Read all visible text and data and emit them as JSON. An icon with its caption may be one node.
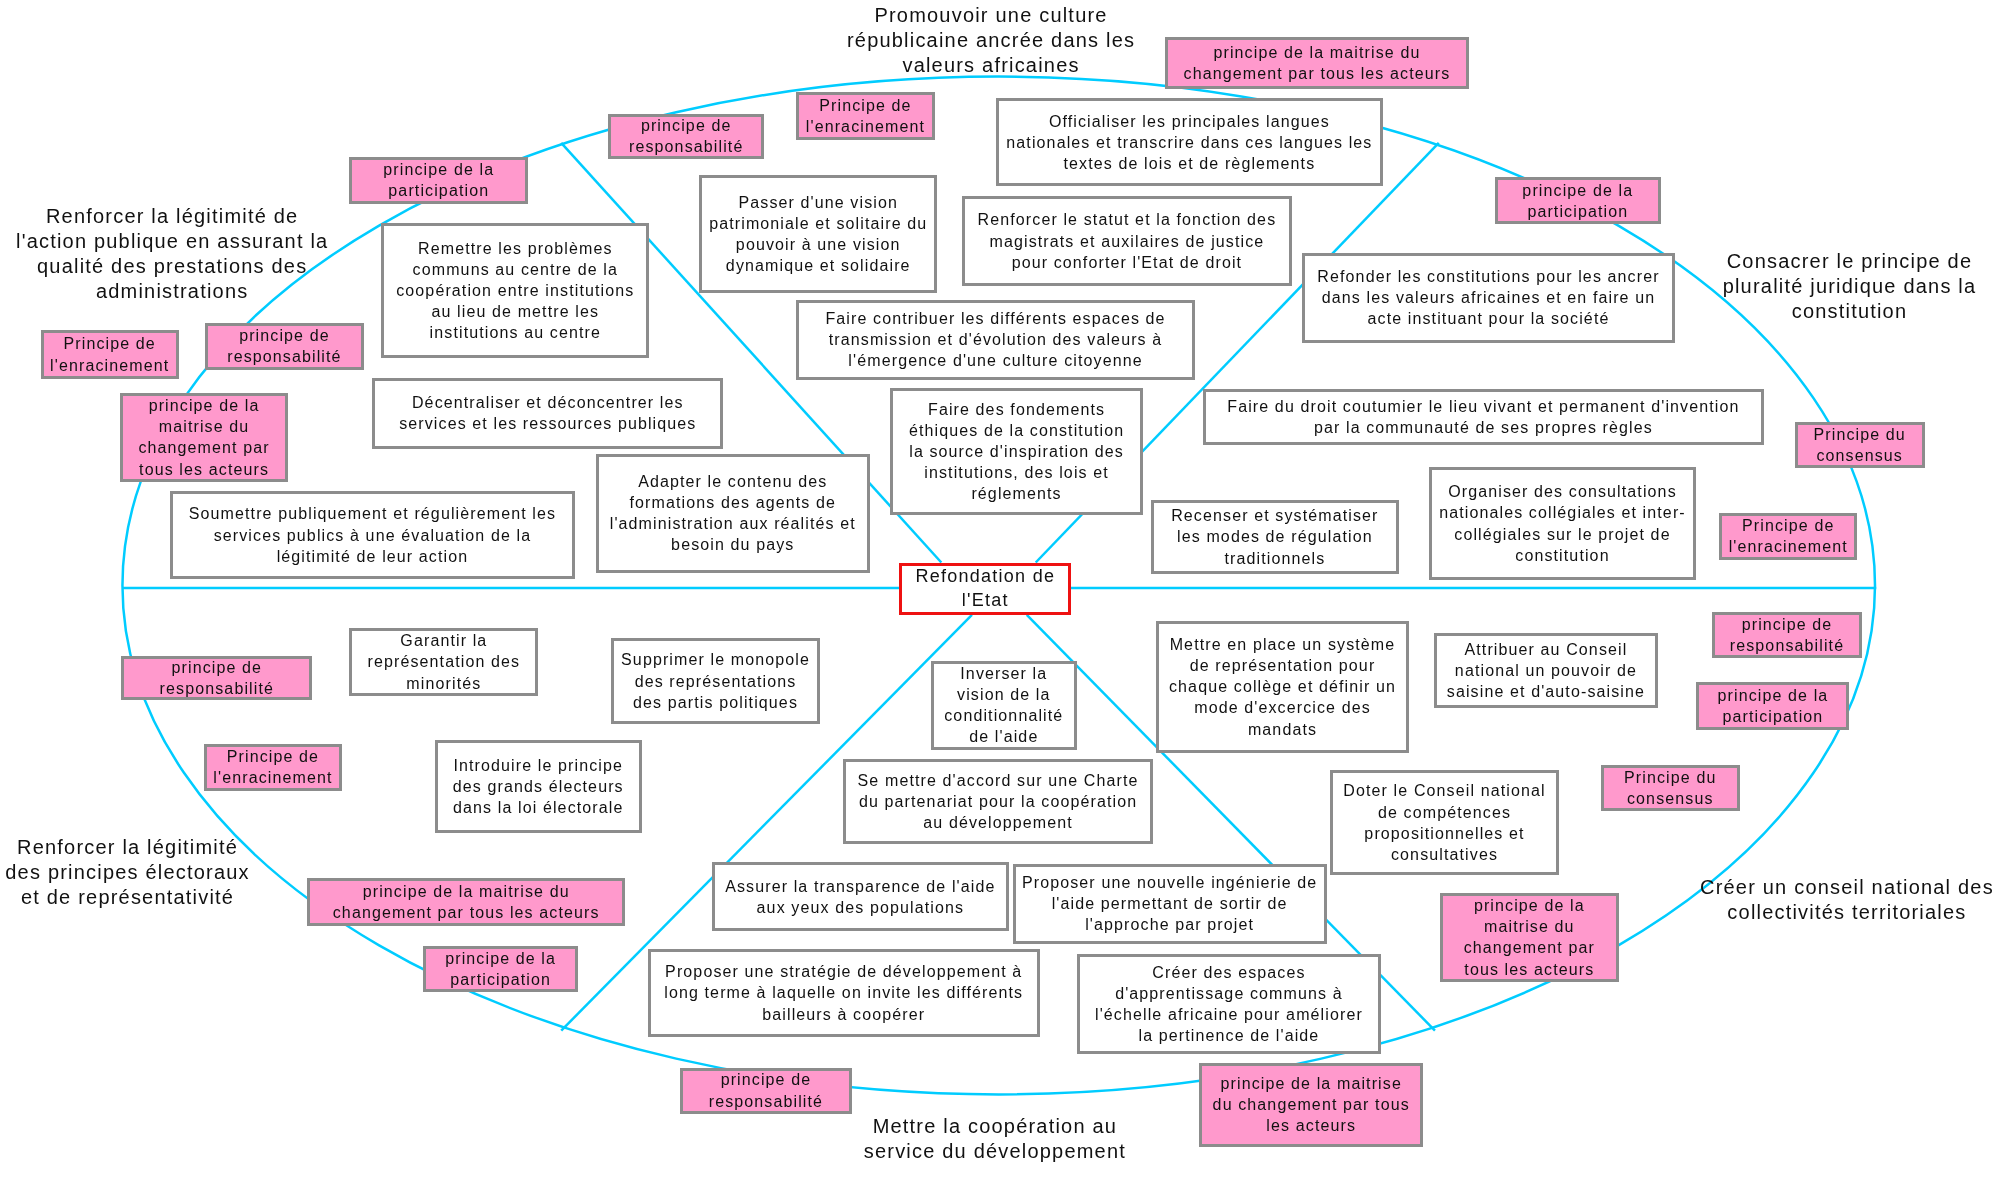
{
  "diagram": {
    "nodes": [
      {
        "text": [
          "Refondation de l'Etat"
        ]
      },
      {
        "text": [
          "principe de la maitrise du changement par tous les acteurs"
        ]
      },
      {
        "text": [
          "Principe de l'enracinement"
        ]
      },
      {
        "text": [
          "principe de responsabilité"
        ]
      },
      {
        "text": [
          "principe de la participation"
        ]
      },
      {
        "text": [
          "principe de la participation"
        ]
      },
      {
        "text": [
          "Principe de l'enracinement"
        ]
      },
      {
        "text": [
          "principe de responsabilité"
        ]
      },
      {
        "text": [
          "principe de la maitrise du changement par tous les acteurs"
        ]
      },
      {
        "text": [
          "Principe du consensus"
        ]
      },
      {
        "text": [
          "Principe de l'enracinement"
        ]
      },
      {
        "text": [
          "principe de responsabilité"
        ]
      },
      {
        "text": [
          "principe de la participation"
        ]
      },
      {
        "text": [
          "principe de responsabilité"
        ]
      },
      {
        "text": [
          "Principe de l'enracinement"
        ]
      },
      {
        "text": [
          "Principe du consensus"
        ]
      },
      {
        "text": [
          "principe de la maitrise du changement par tous les acteurs"
        ]
      },
      {
        "text": [
          "principe de la maitrise du changement par tous les acteurs"
        ]
      },
      {
        "text": [
          "principe de la participation"
        ]
      },
      {
        "text": [
          "principe de responsabilité"
        ]
      },
      {
        "text": [
          "principe de la maitrise du changement par tous les acteurs"
        ]
      },
      {
        "text": [
          "Officialiser les principales langues nationales et transcrire dans ces langues les textes de lois et de règlements"
        ]
      },
      {
        "text": [
          "Passer d'une vision patrimoniale et solitaire du pouvoir à une vision dynamique et solidaire"
        ]
      },
      {
        "text": [
          "Renforcer le statut et la fonction des magistrats et auxilaires de justice pour conforter l'Etat de droit"
        ]
      },
      {
        "text": [
          "Remettre les problèmes communs au centre de la coopération entre institutions au lieu de mettre les institutions au centre"
        ]
      },
      {
        "text": [
          "Refonder les constitutions pour les ancrer dans les valeurs africaines et en faire un acte instituant pour la société"
        ]
      },
      {
        "text": [
          "Faire contribuer les différents espaces de transmission et d'évolution des valeurs à l'émergence d'une culture citoyenne"
        ]
      },
      {
        "text": [
          "Décentraliser et déconcentrer les services et les ressources publiques"
        ]
      },
      {
        "text": [
          "Faire du droit coutumier le lieu vivant et permanent d'invention par la communauté de ses propres règles"
        ]
      },
      {
        "text": [
          "Faire des fondements éthiques de la constitution la source d'inspiration des institutions, des lois et réglements"
        ]
      },
      {
        "text": [
          "Adapter le contenu des formations des agents de l'administration aux réalités et besoin du pays"
        ]
      },
      {
        "text": [
          "Soumettre publiquement et régulièrement les services publics à une évaluation de la légitimité de leur action"
        ]
      },
      {
        "text": [
          "Recenser et systématiser les modes de régulation traditionnels"
        ]
      },
      {
        "text": [
          "Organiser des consultations nationales collégiales et inter-collégiales sur le projet de constitution"
        ]
      },
      {
        "text": [
          "Mettre en place un système de représentation pour chaque collège et définir un mode d'excercice des mandats"
        ]
      },
      {
        "text": [
          "Garantir la représentation des minorités"
        ]
      },
      {
        "text": [
          "Attribuer au Conseil national un pouvoir de saisine et d'auto-saisine"
        ]
      },
      {
        "text": [
          "Supprimer le monopole des représentations des partis politiques"
        ]
      },
      {
        "text": [
          "Inverser la vision de la conditionnalité de l'aide"
        ]
      },
      {
        "text": [
          "Introduire le principe des grands électeurs dans la loi électorale"
        ]
      },
      {
        "text": [
          "Se mettre d'accord sur une Charte du partenariat pour la coopération au développement"
        ]
      },
      {
        "text": [
          "Doter le Conseil national de compétences propositionnelles et consultatives"
        ]
      },
      {
        "text": [
          "Assurer la transparence de l'aide aux yeux des populations"
        ]
      },
      {
        "text": [
          "Proposer une nouvelle ingénierie de l'aide permettant de sortir de l'approche par projet"
        ]
      },
      {
        "text": [
          "Proposer une stratégie de développement à long terme à laquelle on invite les différents bailleurs à coopérer"
        ]
      },
      {
        "text": [
          "Créer des espaces d'apprentissage communs à l'échelle africaine pour améliorer la pertinence de l'aide"
        ]
      }
    ],
    "labels": [
      "Promouvoir une culture républicaine ancrée dans les valeurs africaines",
      "Renforcer la légitimité de l'action publique en assurant la qualité des prestations des administrations",
      "Consacrer le principe de pluralité juridique dans la constitution",
      "Renforcer la légitimité des principes électoraux et de représentativité",
      "Créer un conseil national des collectivités territoriales",
      "Mettre la coopération au service du développement"
    ]
  }
}
